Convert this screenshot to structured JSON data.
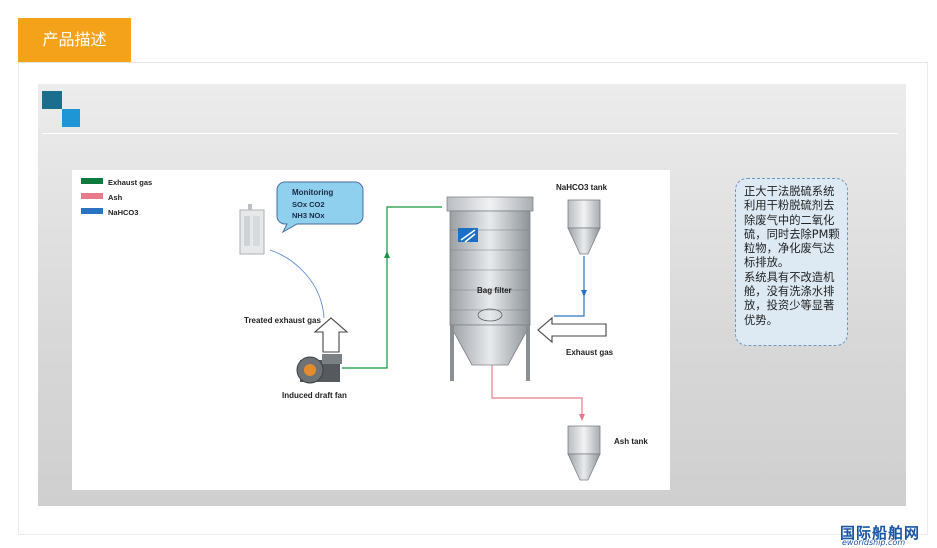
{
  "header": {
    "tab_label": "产品描述"
  },
  "diagram": {
    "legend": [
      "Exhaust gas",
      "Ash",
      "NaHCO3"
    ],
    "legend_colors": [
      "#0e7a3e",
      "#e97a8a",
      "#2a73c2"
    ],
    "monitoring": {
      "title": "Monitoring",
      "line1": "SOx  CO2",
      "line2": "NH3  NOx"
    },
    "labels": {
      "treated": "Treated exhaust gas",
      "fan": "Induced draft fan",
      "bag_filter": "Bag filter",
      "nahco3_tank": "NaHCO3 tank",
      "exhaust_in": "Exhaust gas",
      "ash_tank": "Ash tank"
    }
  },
  "note": {
    "para1": "正大干法脱硫系统利用干粉脱硫剂去除废气中的二氧化硫，同时去除PM颗粒物，净化废气达标排放。",
    "para2": "系统具有不改造机舱，没有洗涤水排放，投资少等显著优势。"
  },
  "watermark": {
    "cn": "国际船舶网",
    "url": "eworldship.com"
  }
}
